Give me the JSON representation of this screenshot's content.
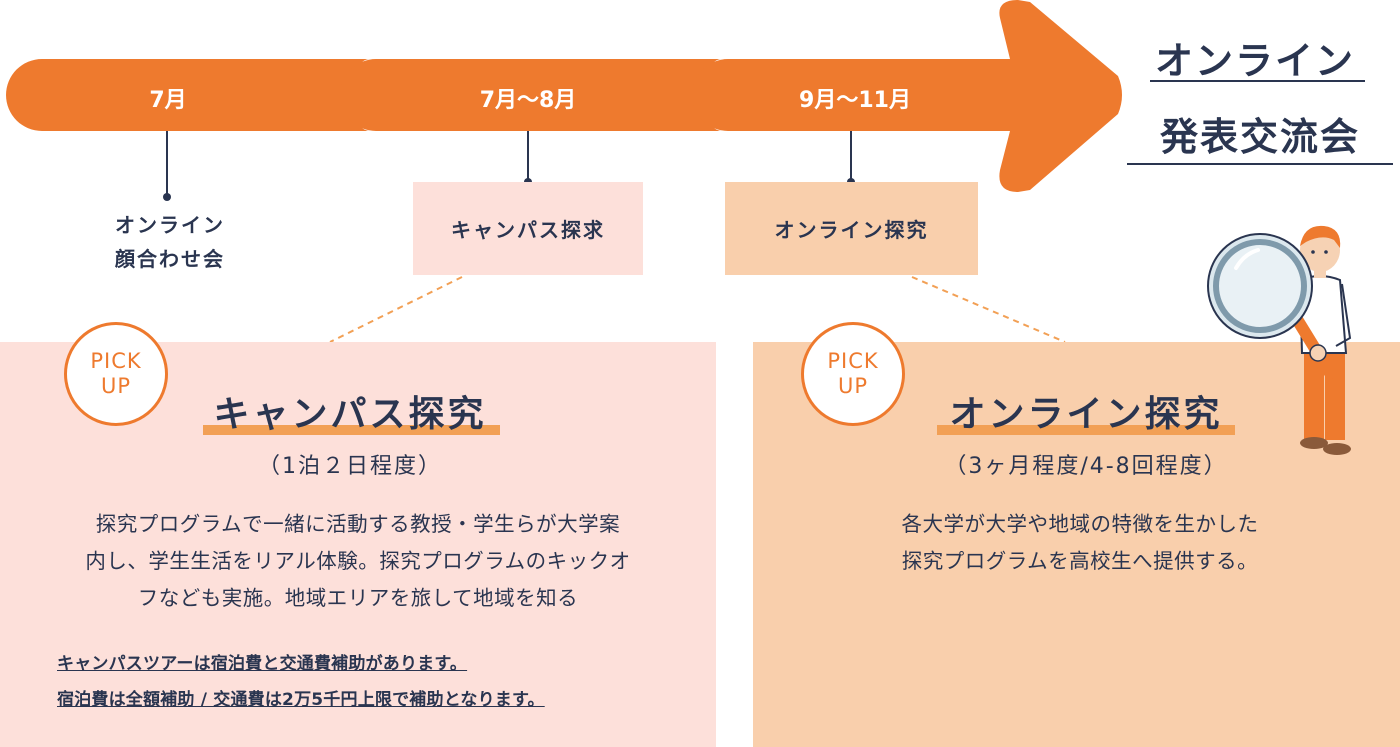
{
  "colors": {
    "accent": "#ee7a2e",
    "text": "#2a3550",
    "pink_panel": "#fde0da",
    "peach_panel": "#f9cfac",
    "tag_pink": "#fde0da",
    "tag_peach": "#f9cfac"
  },
  "timeline": {
    "segments": [
      {
        "label": "7月"
      },
      {
        "label": "7月～8月"
      },
      {
        "label": "9月～11月"
      }
    ],
    "steps": [
      {
        "line1": "オンライン",
        "line2": "顔合わせ会"
      },
      {
        "label": "キャンパス探求"
      },
      {
        "label": "オンライン探究"
      }
    ],
    "final": {
      "line1": "オンライン",
      "line2": "発表交流会"
    }
  },
  "panels": [
    {
      "badge_line1": "PICK",
      "badge_line2": "UP",
      "title": "キャンパス探究",
      "subtitle": "（1泊２日程度）",
      "body": [
        "探究プログラムで一緒に活動する教授・学生らが大学案",
        "内し、学生生活をリアル体験。探究プログラムのキックオ",
        "フなども実施。地域エリアを旅して地域を知る"
      ],
      "notes": [
        "キャンパスツアーは宿泊費と交通費補助があります。",
        "宿泊費は全額補助 / 交通費は2万5千円上限で補助となります。"
      ]
    },
    {
      "badge_line1": "PICK",
      "badge_line2": "UP",
      "title": "オンライン探究",
      "subtitle": "（3ヶ月程度/4-8回程度）",
      "body": [
        "各大学が大学や地域の特徴を生かした",
        "探究プログラムを高校生へ提供する。"
      ]
    }
  ]
}
